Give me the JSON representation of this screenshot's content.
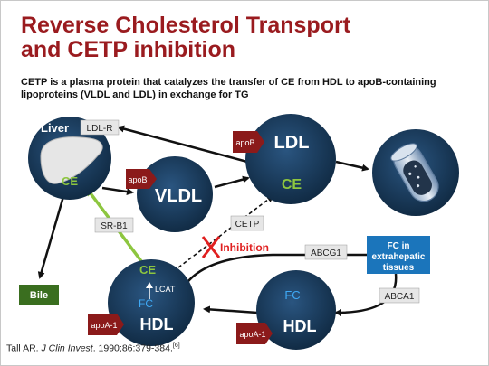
{
  "title": {
    "line1": "Reverse Cholesterol Transport",
    "line2": "and CETP inhibition"
  },
  "subtitle": {
    "line1": "CETP is a plasma protein that catalyzes the transfer of CE from HDL to apoB-containing",
    "line2": "lipoproteins (VLDL and LDL) in exchange for TG"
  },
  "nodes": {
    "liver": {
      "label": "Liver",
      "ce": "CE"
    },
    "vldl": {
      "label": "VLDL",
      "apo": "apoB"
    },
    "ldl": {
      "label": "LDL",
      "ce": "CE",
      "apo": "apoB"
    },
    "hdl_mature": {
      "label": "HDL",
      "ce": "CE",
      "fc": "FC",
      "enzyme": "LCAT",
      "apo": "apoA-1"
    },
    "hdl_nascent": {
      "label": "HDL",
      "fc": "FC",
      "apo": "apoA-1"
    },
    "peripheral": {
      "line1": "FC in",
      "line2": "extrahepatic",
      "line3": "tissues"
    },
    "bile": {
      "label": "Bile"
    }
  },
  "labels": {
    "ldl_r": "LDL-R",
    "sr_b1": "SR-B1",
    "cetp": "CETP",
    "inhibition": "Inhibition",
    "abcg1": "ABCG1",
    "abca1": "ABCA1"
  },
  "reference": {
    "authors": "Tall AR. ",
    "journal": "J Clin Invest",
    "details": ". 1990;86:379-384.",
    "note": "[6]"
  },
  "colors": {
    "title": "#9a1b1f",
    "node_fill": "#1a3a5c",
    "node_dark": "#0f2840",
    "green": "#8dc63f",
    "apo_fill": "#8b1a1a",
    "peripheral_fill": "#1b75bb",
    "bile_fill": "#3a6e1f",
    "label_box": "#e6e6e6",
    "inhibit": "#e02020"
  }
}
